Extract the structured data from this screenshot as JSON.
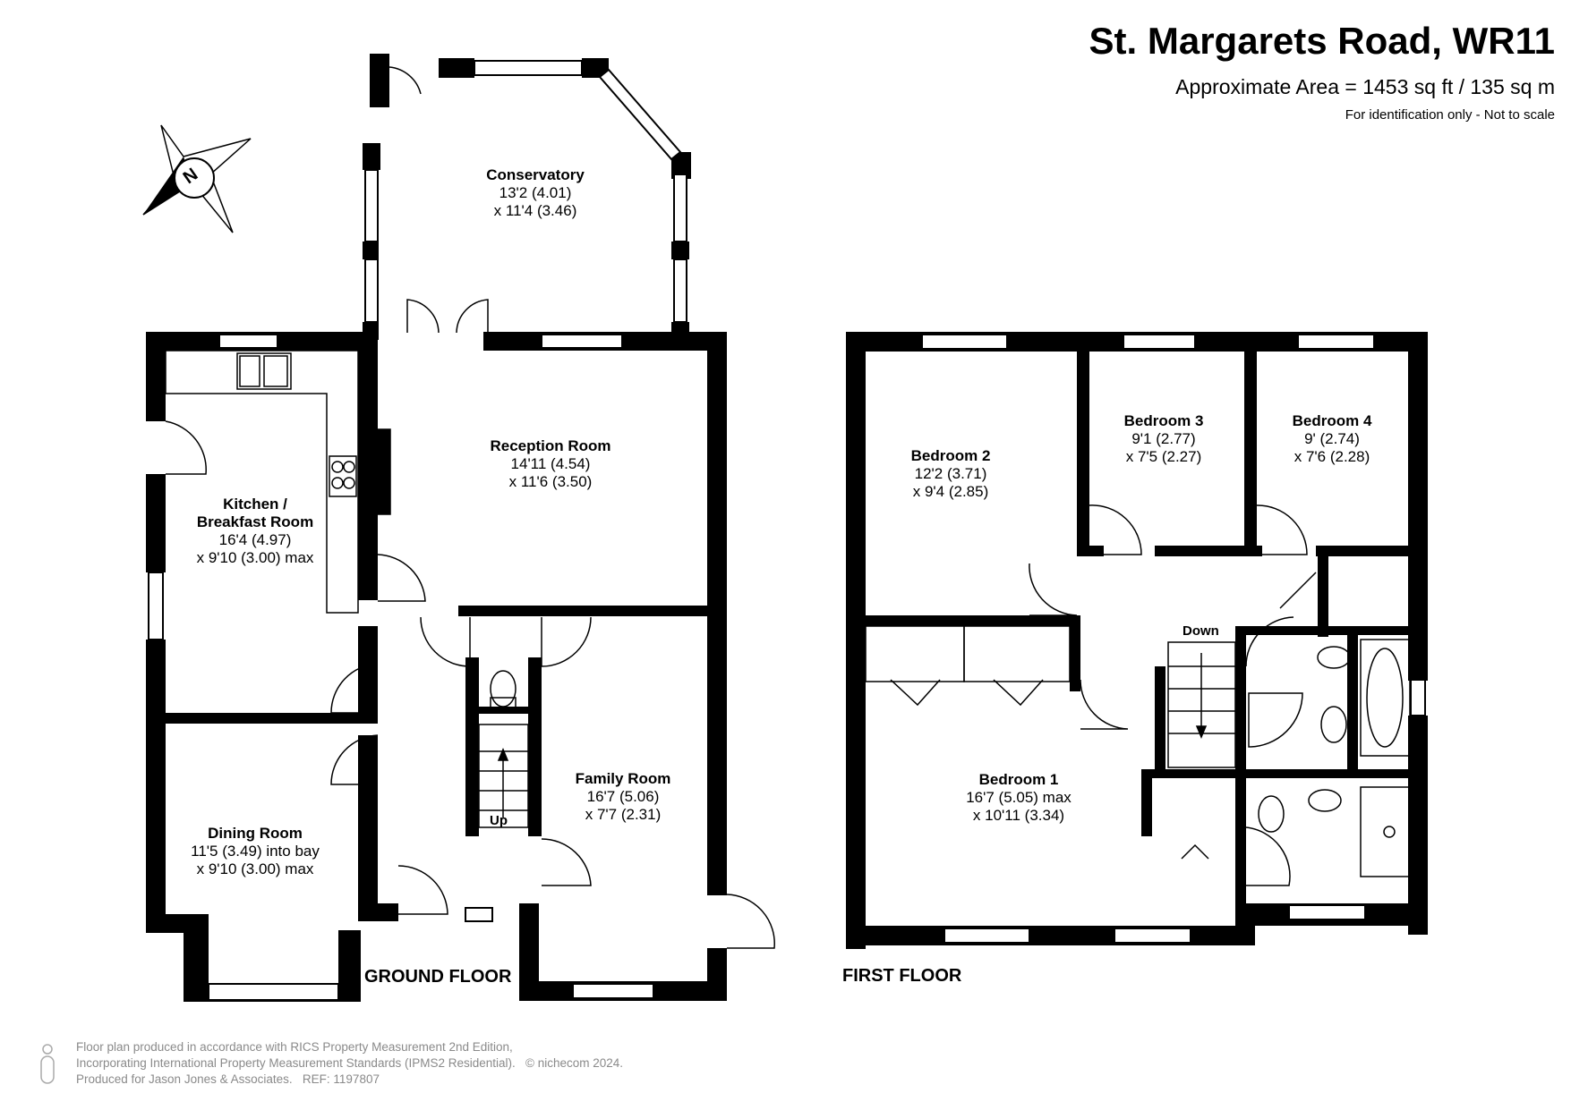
{
  "header": {
    "title": "St. Margarets Road, WR11",
    "area": "Approximate Area = 1453 sq ft / 135 sq m",
    "note": "For identification only - Not to scale"
  },
  "compass": {
    "label": "N",
    "icon": "compass-north-icon"
  },
  "floors": {
    "ground": "GROUND FLOOR",
    "first": "FIRST FLOOR"
  },
  "rooms": {
    "conservatory": {
      "name": "Conservatory",
      "dims": [
        "13'2 (4.01)",
        "x 11'4 (3.46)"
      ]
    },
    "reception": {
      "name": "Reception Room",
      "dims": [
        "14'11 (4.54)",
        "x 11'6 (3.50)"
      ]
    },
    "kitchen": {
      "name_lines": [
        "Kitchen /",
        "Breakfast Room"
      ],
      "dims": [
        "16'4 (4.97)",
        "x 9'10 (3.00) max"
      ]
    },
    "dining": {
      "name": "Dining Room",
      "dims": [
        "11'5 (3.49) into bay",
        "x 9'10 (3.00) max"
      ]
    },
    "family": {
      "name": "Family Room",
      "dims": [
        "16'7 (5.06)",
        "x 7'7 (2.31)"
      ]
    },
    "bedroom1": {
      "name": "Bedroom 1",
      "dims": [
        "16'7 (5.05) max",
        "x 10'11 (3.34)"
      ]
    },
    "bedroom2": {
      "name": "Bedroom 2",
      "dims": [
        "12'2 (3.71)",
        "x 9'4 (2.85)"
      ]
    },
    "bedroom3": {
      "name": "Bedroom 3",
      "dims": [
        "9'1 (2.77)",
        "x 7'5 (2.27)"
      ]
    },
    "bedroom4": {
      "name": "Bedroom 4",
      "dims": [
        "9' (2.74)",
        "x 7'6 (2.28)"
      ]
    }
  },
  "stairs": {
    "up": "Up",
    "down": "Down"
  },
  "footer": {
    "line1": "Floor plan produced in accordance with RICS Property Measurement 2nd Edition,",
    "line2": "Incorporating International Property Measurement Standards (IPMS2 Residential).",
    "copyright": "© nichecom 2024.",
    "line3": "Produced for Jason Jones & Associates.",
    "ref": "REF: 1197807"
  },
  "colors": {
    "wall": "#000000",
    "background": "#ffffff",
    "footer_text": "#8a8a8a"
  }
}
